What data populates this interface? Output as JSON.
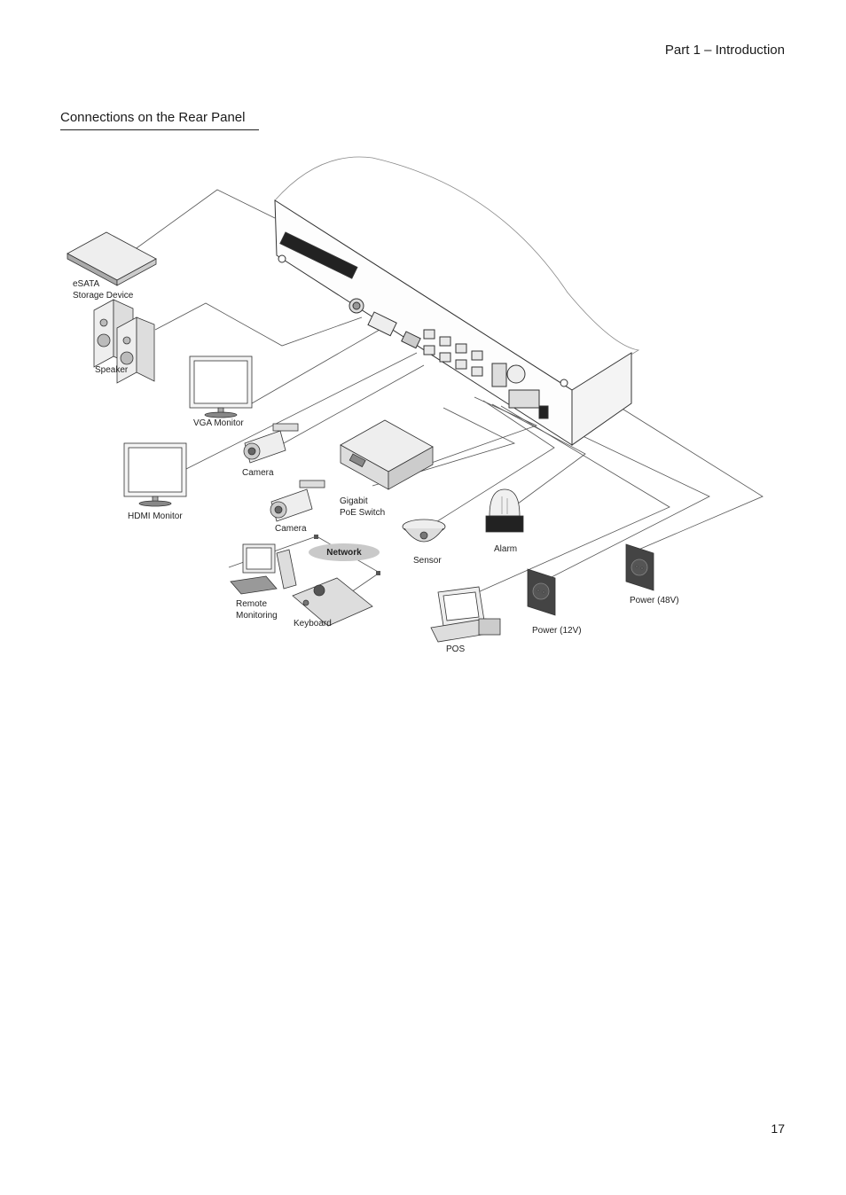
{
  "header": {
    "section": "Part 1 – Introduction"
  },
  "title": "Connections on the Rear Panel",
  "page_number": "17",
  "diagram": {
    "labels": {
      "esata_line1": "eSATA",
      "esata_line2": "Storage Device",
      "speaker": "Speaker",
      "vga_monitor": "VGA Monitor",
      "camera_1": "Camera",
      "hdmi_monitor": "HDMI Monitor",
      "switch_line1": "Gigabit",
      "switch_line2": "PoE Switch",
      "camera_2": "Camera",
      "network": "Network",
      "remote_line1": "Remote",
      "remote_line2": "Monitoring",
      "keyboard": "Keyboard",
      "sensor": "Sensor",
      "alarm": "Alarm",
      "pos": "POS",
      "power_12v": "Power (12V)",
      "power_48v": "Power (48V)"
    }
  }
}
